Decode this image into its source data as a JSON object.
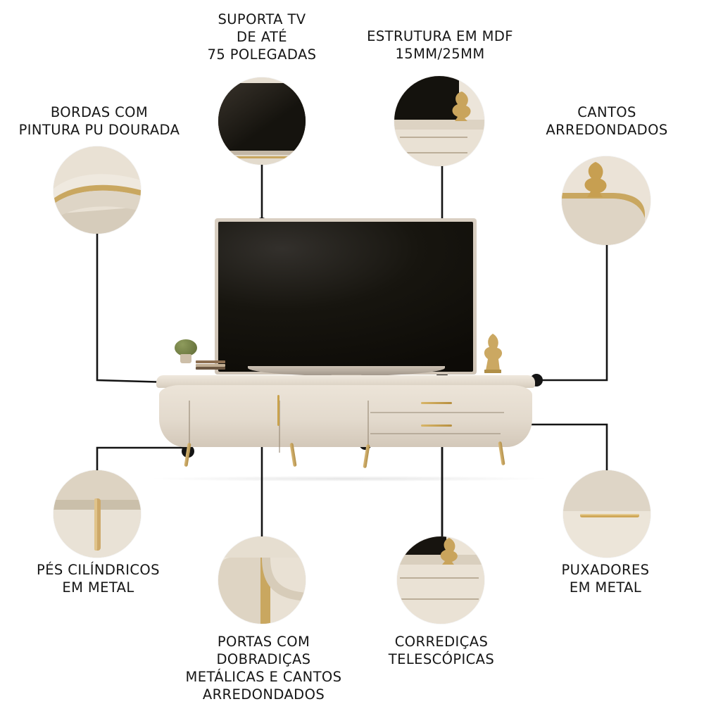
{
  "page": {
    "background_color": "#ffffff",
    "subject": "Rack / painel de TV bege com detalhes dourados",
    "text_color": "#161616"
  },
  "callouts": [
    {
      "id": "suporta-tv",
      "label": "SUPORTA TV\nDE ATÉ\n75 POLEGADAS",
      "bubble_name": "bubble-tv-top",
      "position": "top-center-left"
    },
    {
      "id": "estrutura-mdf",
      "label": "ESTRUTURA EM MDF\n15MM/25MM",
      "bubble_name": "bubble-mdf",
      "position": "top-center-right"
    },
    {
      "id": "bordas-pintura",
      "label": "BORDAS COM\nPINTURA PU DOURADA",
      "bubble_name": "bubble-bordas",
      "position": "top-left"
    },
    {
      "id": "cantos-arredondados",
      "label": "CANTOS\nARREDONDADOS",
      "bubble_name": "bubble-cantos",
      "position": "top-right"
    },
    {
      "id": "pes-cilindricos",
      "label": "PÉS CILÍNDRICOS\nEM METAL",
      "bubble_name": "bubble-pes",
      "position": "bottom-left"
    },
    {
      "id": "portas-dobradicas",
      "label": "PORTAS COM\nDOBRADIÇAS\nMETÁLICAS E CANTOS\nARREDONDADOS",
      "bubble_name": "bubble-portas",
      "position": "bottom-center-left"
    },
    {
      "id": "corredicas",
      "label": "CORREDIÇAS\nTELESCÓPICAS",
      "bubble_name": "bubble-corredicas",
      "position": "bottom-center-right"
    },
    {
      "id": "puxadores",
      "label": "PUXADORES\nEM METAL",
      "bubble_name": "bubble-puxadores",
      "position": "bottom-right"
    }
  ],
  "colors": {
    "furniture_light": "#ece4d8",
    "furniture_mid": "#ded5c8",
    "furniture_shadow": "#c6bbab",
    "gold": "#c9a24d",
    "gold_light": "#d8b668",
    "screen_dark": "#131109",
    "connector": "#141414"
  }
}
